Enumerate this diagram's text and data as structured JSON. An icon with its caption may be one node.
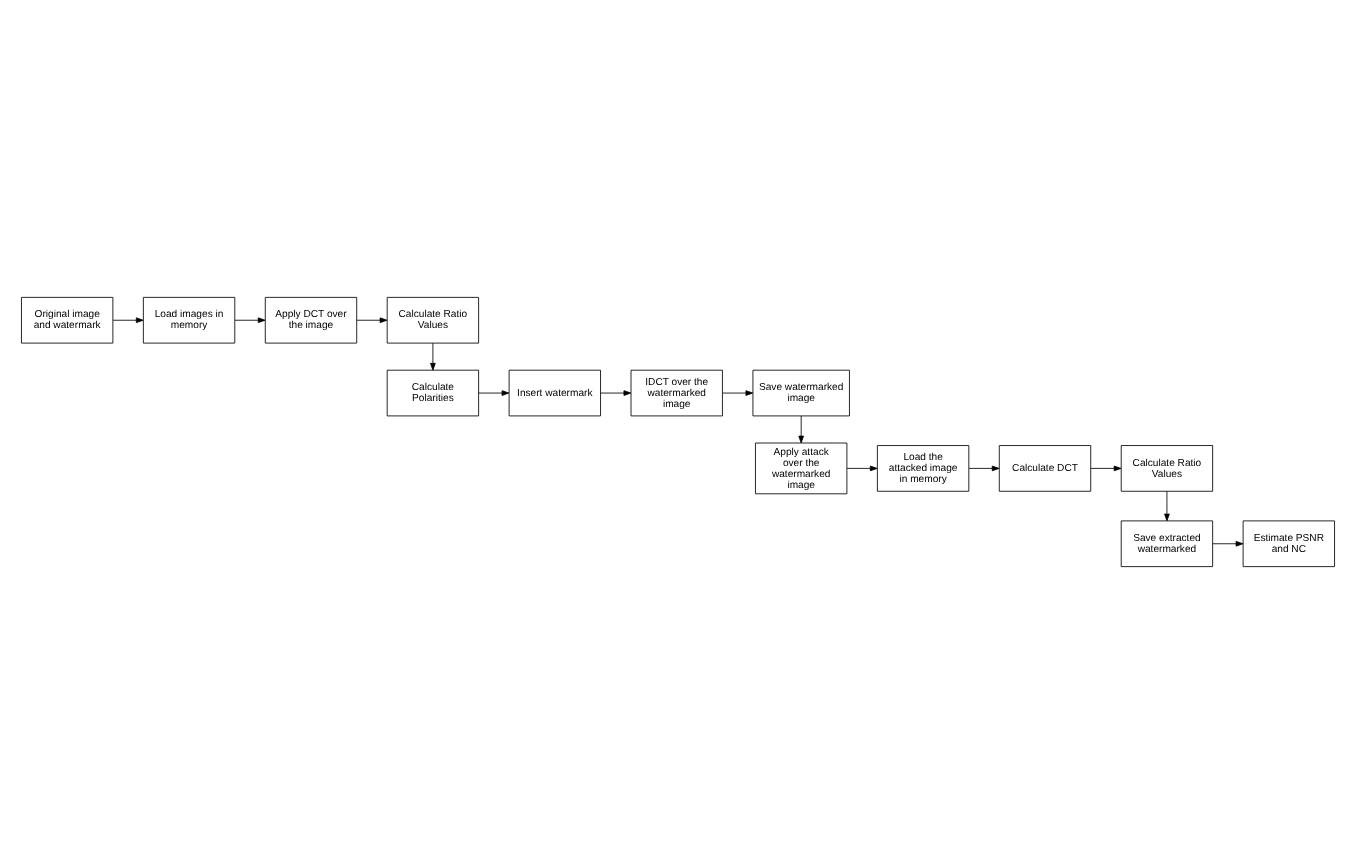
{
  "diagram": {
    "nodes": [
      {
        "text": [
          "Original image and watermark"
        ]
      },
      {
        "text": [
          "Load images in memory"
        ]
      },
      {
        "text": [
          "Apply DCT over the image"
        ]
      },
      {
        "text": [
          "Calculate Ratio Values"
        ]
      },
      {
        "text": [
          "Calculate Polarities"
        ]
      },
      {
        "text": [
          "Insert watermark"
        ]
      },
      {
        "text": [
          "IDCT over the watermarked image"
        ]
      },
      {
        "text": [
          "Save watermarked image"
        ]
      },
      {
        "text": [
          "Apply attack over the watermarked image"
        ]
      },
      {
        "text": [
          "Load the attacked image in memory"
        ]
      },
      {
        "text": [
          "Calculate DCT"
        ]
      },
      {
        "text": [
          "Calculate Ratio Values"
        ]
      },
      {
        "text": [
          "Save extracted watermarked"
        ]
      },
      {
        "text": [
          "Estimate PSNR and NC"
        ]
      }
    ],
    "edges": [
      {
        "from": 0,
        "to": 1,
        "arrow": "to"
      },
      {
        "from": 1,
        "to": 2,
        "arrow": "to"
      },
      {
        "from": 2,
        "to": 3,
        "arrow": "to"
      },
      {
        "from": 3,
        "to": 4,
        "arrow": "to"
      },
      {
        "from": 4,
        "to": 5,
        "arrow": "to"
      },
      {
        "from": 5,
        "to": 6,
        "arrow": "to"
      },
      {
        "from": 6,
        "to": 7,
        "arrow": "to"
      },
      {
        "from": 7,
        "to": 8,
        "arrow": "to"
      },
      {
        "from": 8,
        "to": 9,
        "arrow": "to"
      },
      {
        "from": 9,
        "to": 10,
        "arrow": "to"
      },
      {
        "from": 10,
        "to": 11,
        "arrow": "to"
      },
      {
        "from": 11,
        "to": 12,
        "arrow": "to"
      },
      {
        "from": 12,
        "to": 13,
        "arrow": "to"
      }
    ]
  }
}
